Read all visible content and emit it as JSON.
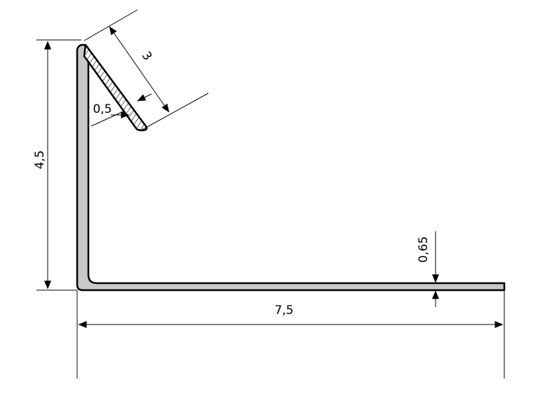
{
  "dimensions": {
    "height": "4,5",
    "width": "7,5",
    "lip_length": "3",
    "lip_thickness": "0,5",
    "flange_thickness": "0,65"
  },
  "colors": {
    "profile_fill": "#c8c8c8",
    "line": "#000000",
    "background": "#ffffff"
  }
}
